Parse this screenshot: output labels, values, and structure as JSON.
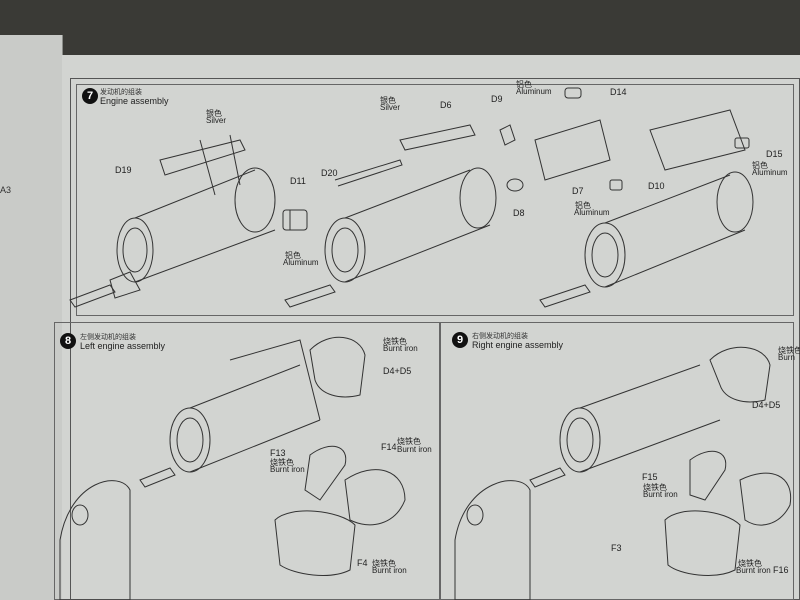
{
  "left_page": {
    "partial_label": "A3"
  },
  "steps": [
    {
      "number": "7",
      "title_cn": "发动机的组装",
      "title_en": "Engine assembly"
    },
    {
      "number": "8",
      "title_cn": "左侧发动机的组装",
      "title_en": "Left engine assembly"
    },
    {
      "number": "9",
      "title_cn": "右侧发动机的组装",
      "title_en": "Right engine assembly"
    }
  ],
  "step7_labels": {
    "silver_cn_1": "银色",
    "silver_en_1": "Silver",
    "d19": "D19",
    "d11": "D11",
    "alu_cn_1": "铝色",
    "alu_en_1": "Aluminum",
    "silver_cn_2": "银色",
    "silver_en_2": "Silver",
    "d6": "D6",
    "d20": "D20",
    "d9": "D9",
    "alu_cn_2": "铝色",
    "alu_en_2": "Aluminum",
    "d14": "D14",
    "d7": "D7",
    "d8": "D8",
    "alu_cn_3": "铝色",
    "alu_en_3": "Aluminum",
    "d10": "D10",
    "d15": "D15",
    "alu_cn_4": "铝色",
    "alu_en_4": "Aluminum"
  },
  "step8_labels": {
    "burnt_cn_1": "烧铁色",
    "burnt_en_1": "Burnt iron",
    "d4d5": "D4+D5",
    "f13": "F13",
    "burnt_cn_2": "烧铁色",
    "burnt_en_2": "Burnt iron",
    "f14": "F14",
    "burnt_cn_3": "烧铁色",
    "burnt_en_3": "Burnt iron",
    "f4": "F4",
    "burnt_cn_4": "烧铁色",
    "burnt_en_4": "Burnt iron"
  },
  "step9_labels": {
    "burnt_cn_1": "烧铁色",
    "burnt_en_1": "Burn",
    "d4d5": "D4+D5",
    "f15": "F15",
    "burnt_cn_2": "烧铁色",
    "burnt_en_2": "Burnt iron",
    "f3": "F3",
    "burnt_cn_3": "烧铁色",
    "burnt_en_3": "Burnt iron",
    "f16": "F16"
  }
}
